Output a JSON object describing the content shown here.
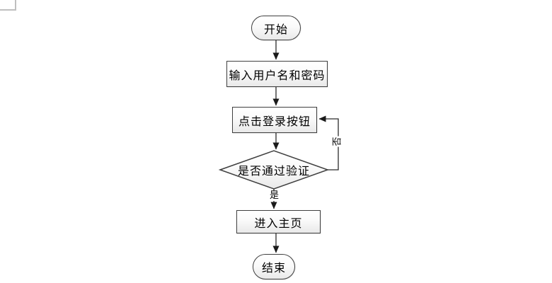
{
  "diagram": {
    "nodes": {
      "start": {
        "label": "开始",
        "type": "terminator"
      },
      "input": {
        "label": "输入用户名和密码",
        "type": "process"
      },
      "click": {
        "label": "点击登录按钮",
        "type": "process"
      },
      "decision": {
        "label": "是否通过验证",
        "type": "decision"
      },
      "home": {
        "label": "进入主页",
        "type": "process"
      },
      "end": {
        "label": "结束",
        "type": "terminator"
      }
    },
    "edge_labels": {
      "yes": "是",
      "no": "否"
    },
    "colors": {
      "background": "#ffffff",
      "shape_border": "#3f3f3f",
      "shape_fill_top": "#ffffff",
      "shape_fill_bottom": "#e9e9e9",
      "connector": "#2b2b2b",
      "text": "#000000",
      "cropped_corner": "#bfbfbf"
    }
  }
}
